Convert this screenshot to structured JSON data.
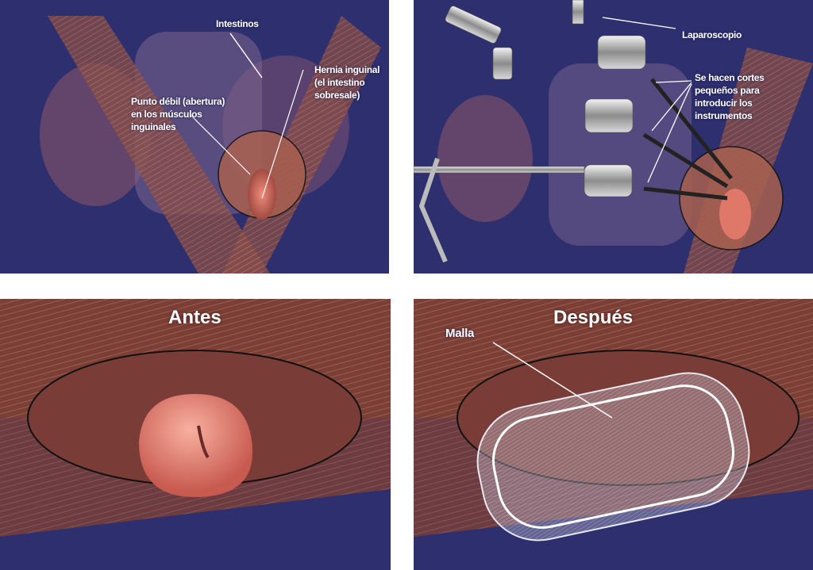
{
  "panels": {
    "hernia": {
      "labels": {
        "intestines": "Intestinos",
        "hernia": "Hernia inguinal\n(el intestino\nsobresale)",
        "weak_point": "Punto débil (abertura)\nen los músculos\ninguinales"
      }
    },
    "laparoscopy": {
      "labels": {
        "laparoscope": "Laparoscopio",
        "incisions": "Se hacen cortes\npequeños para\nintroducir los\ninstrumentos"
      }
    },
    "before": {
      "title": "Antes"
    },
    "after": {
      "title": "Después",
      "labels": {
        "mesh": "Malla"
      }
    }
  },
  "colors": {
    "background": "#2d2f6e",
    "muscle": "#8a4a3e",
    "hernia": "#e0786a"
  }
}
